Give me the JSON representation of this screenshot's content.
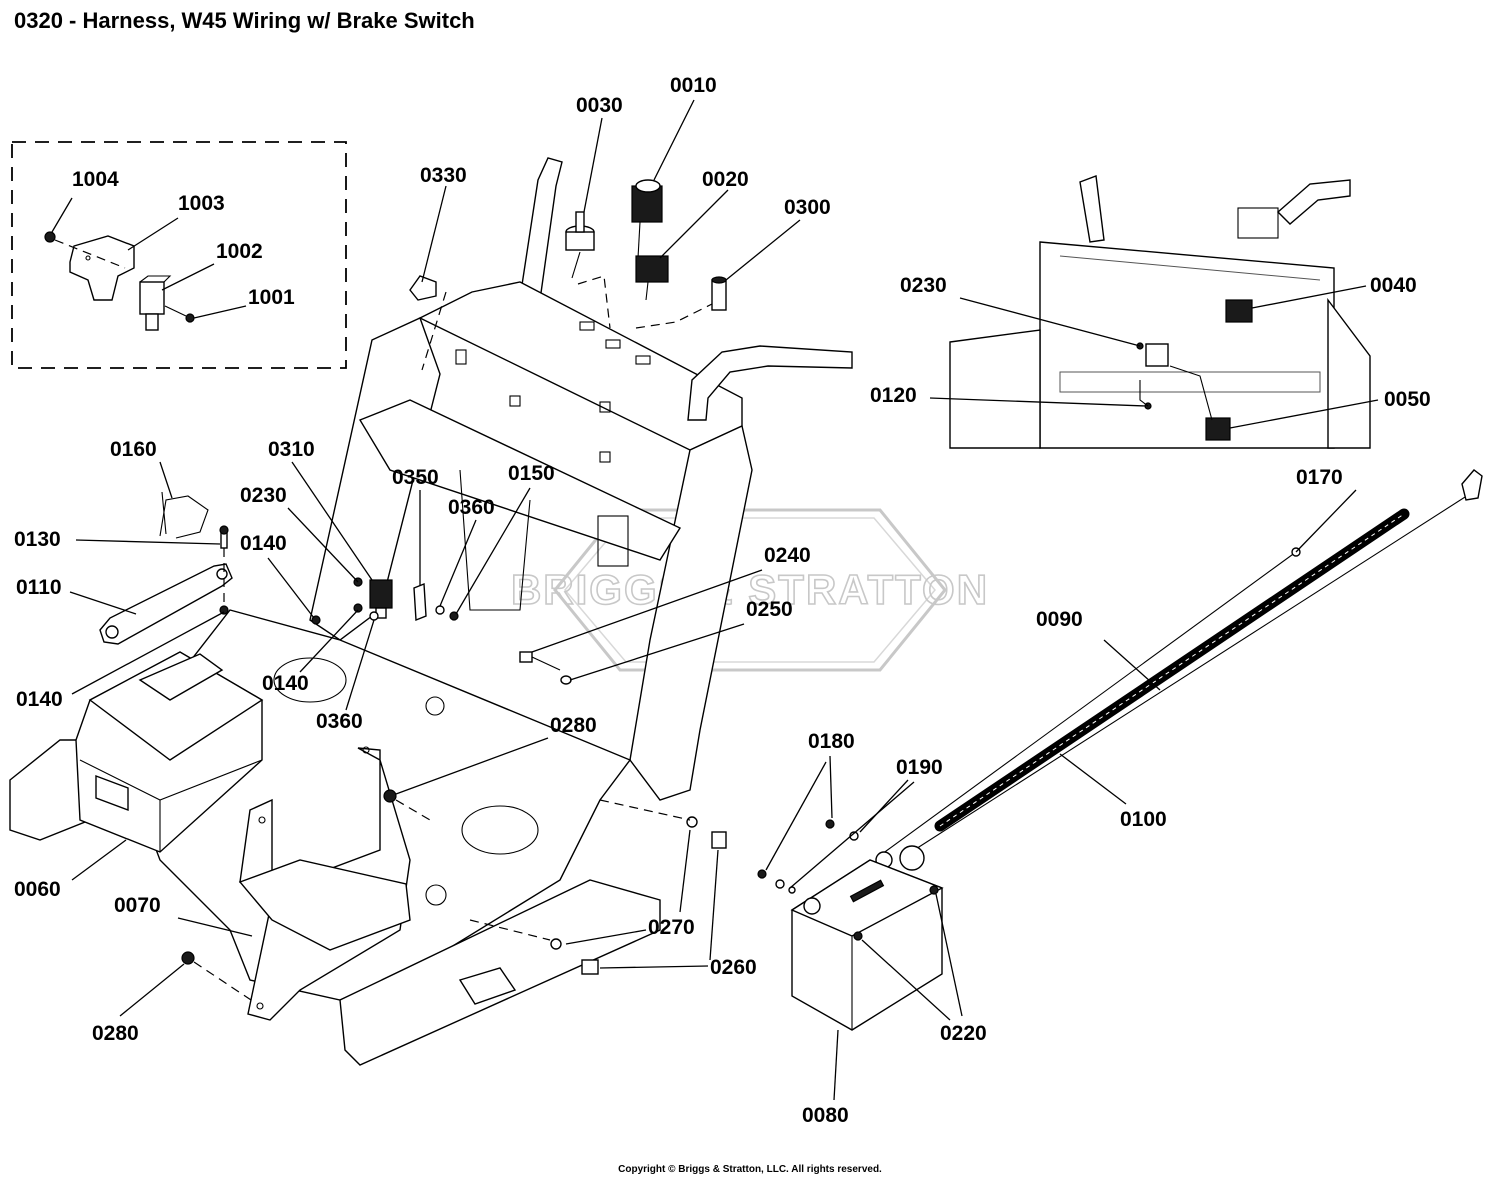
{
  "title": "0320 - Harness, W45 Wiring w/ Brake Switch",
  "copyright": "Copyright © Briggs & Stratton, LLC. All rights reserved.",
  "watermark": "BRIGGS & STRATTON",
  "colors": {
    "line": "#000000",
    "watermark": "#c8c8c8",
    "background": "#ffffff"
  },
  "callouts": {
    "c1004": "1004",
    "c1003": "1003",
    "c1002": "1002",
    "c1001": "1001",
    "c0030": "0030",
    "c0010": "0010",
    "c0020": "0020",
    "c0300": "0300",
    "c0330": "0330",
    "c0230a": "0230",
    "c0040": "0040",
    "c0120": "0120",
    "c0050": "0050",
    "c0160": "0160",
    "c0130": "0130",
    "c0140a": "0140",
    "c0110": "0110",
    "c0140b": "0140",
    "c0310": "0310",
    "c0230b": "0230",
    "c0350": "0350",
    "c0150": "0150",
    "c0360a": "0360",
    "c0140c": "0140",
    "c0360b": "0360",
    "c0240": "0240",
    "c0250": "0250",
    "c0170": "0170",
    "c0090": "0090",
    "c0100": "0100",
    "c0280a": "0280",
    "c0060": "0060",
    "c0070": "0070",
    "c0280b": "0280",
    "c0270": "0270",
    "c0260": "0260",
    "c0180": "0180",
    "c0190": "0190",
    "c0220": "0220",
    "c0080": "0080"
  }
}
